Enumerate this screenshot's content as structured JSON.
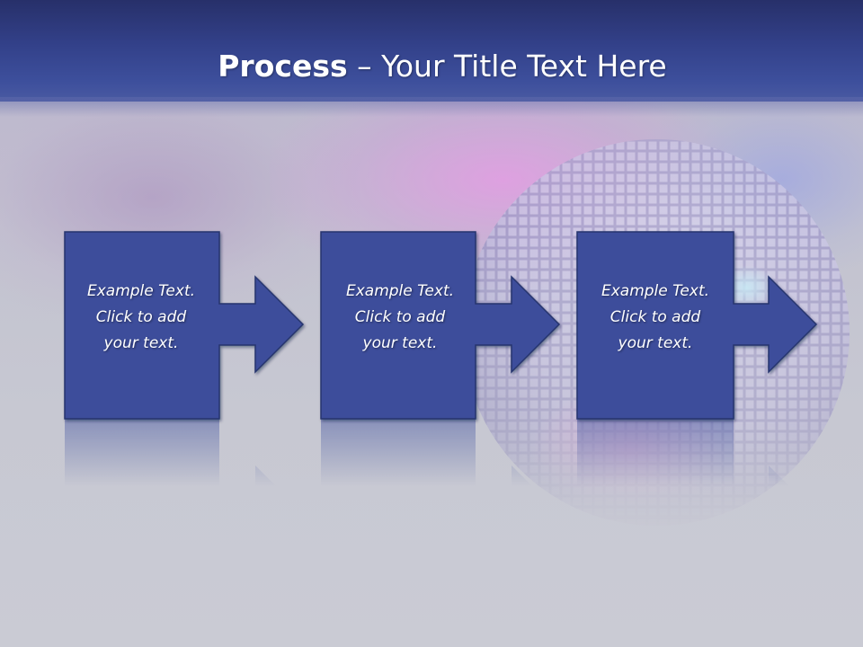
{
  "slide": {
    "title_bold": "Process",
    "title_rest": " – Your Title Text Here"
  },
  "steps": [
    {
      "line1": "Example Text.",
      "line2": "Click  to add",
      "line3": "your text."
    },
    {
      "line1": "Example Text.",
      "line2": "Click  to add",
      "line3": "your text."
    },
    {
      "line1": "Example Text.",
      "line2": "Click  to add",
      "line3": "your text."
    }
  ],
  "colors": {
    "header": "#33418a",
    "box_fill": "#3c4e9b",
    "box_border": "#27356e",
    "text": "#ffffff"
  }
}
